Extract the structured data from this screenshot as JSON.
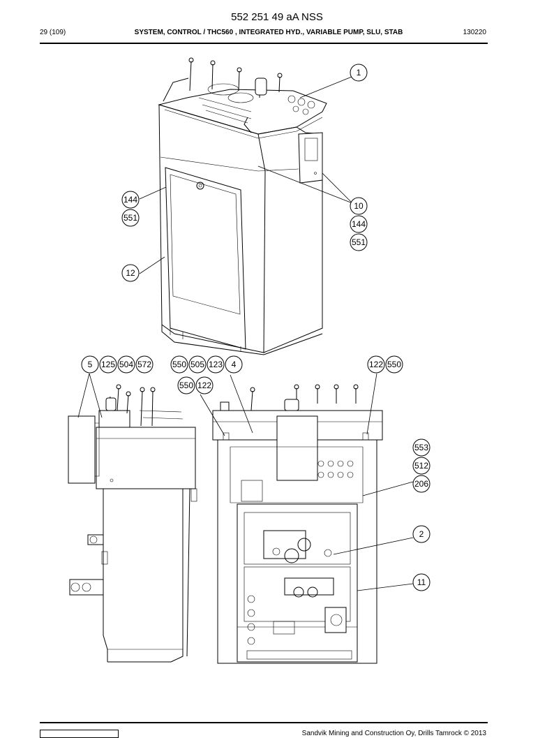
{
  "header": {
    "doc_number": "552 251 49 aA NSS",
    "page": "29 (109)",
    "title": "SYSTEM, CONTROL / THC560 , INTEGRATED HYD., VARIABLE PUMP, SLU, STAB",
    "date": "130220"
  },
  "footer": {
    "copyright": "Sandvik Mining and Construction Oy, Drills Tamrock © 2013"
  },
  "callouts": [
    {
      "id": "c1",
      "label": "1"
    },
    {
      "id": "c10",
      "label": "10"
    },
    {
      "id": "c144a",
      "label": "144"
    },
    {
      "id": "c551a",
      "label": "551"
    },
    {
      "id": "c144b",
      "label": "144"
    },
    {
      "id": "c551b",
      "label": "551"
    },
    {
      "id": "c12",
      "label": "12"
    },
    {
      "id": "c5",
      "label": "5"
    },
    {
      "id": "c125",
      "label": "125"
    },
    {
      "id": "c504",
      "label": "504"
    },
    {
      "id": "c572",
      "label": "572"
    },
    {
      "id": "c550a",
      "label": "550"
    },
    {
      "id": "c505",
      "label": "505"
    },
    {
      "id": "c123",
      "label": "123"
    },
    {
      "id": "c4",
      "label": "4"
    },
    {
      "id": "c550b",
      "label": "550"
    },
    {
      "id": "c122a",
      "label": "122"
    },
    {
      "id": "c122b",
      "label": "122"
    },
    {
      "id": "c550c",
      "label": "550"
    },
    {
      "id": "c553",
      "label": "553"
    },
    {
      "id": "c512",
      "label": "512"
    },
    {
      "id": "c206",
      "label": "206"
    },
    {
      "id": "c2",
      "label": "2"
    },
    {
      "id": "c11",
      "label": "11"
    }
  ]
}
